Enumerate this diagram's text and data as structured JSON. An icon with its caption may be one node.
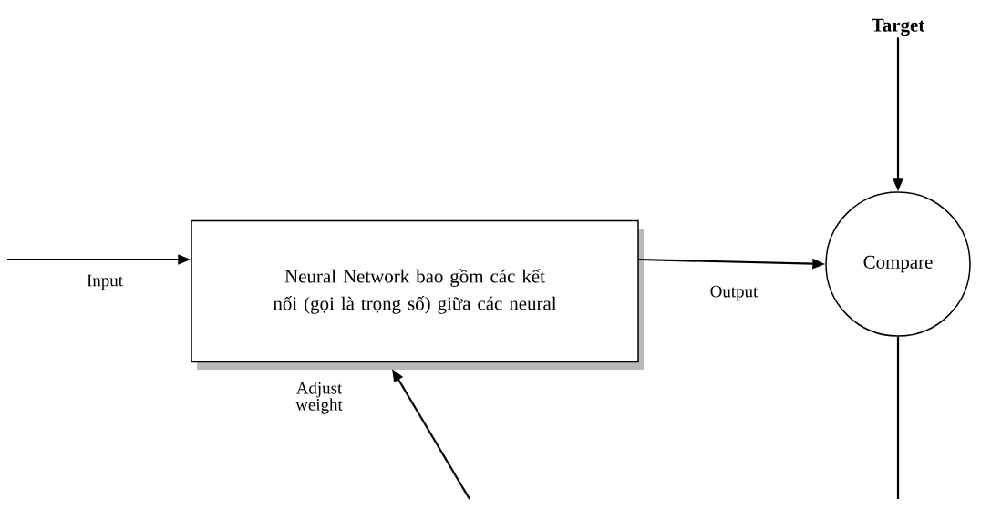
{
  "diagram": {
    "nodes": [
      {
        "text": [
          "Target"
        ]
      },
      {
        "text": [
          "Neural Network bao gồm các kết nối (gọi là trọng số) giữa các neural"
        ]
      },
      {
        "text": [
          "Compare"
        ]
      }
    ],
    "edges": [
      {
        "from": 0,
        "to": 2,
        "arrow": "to"
      },
      {
        "from": null,
        "to": 1,
        "label": "Input",
        "arrow": "to"
      },
      {
        "from": 1,
        "to": 2,
        "label": "Output",
        "arrow": "to"
      },
      {
        "from": null,
        "to": 1,
        "label": "Adjust weight",
        "arrow": "to"
      },
      {
        "from": 2,
        "to": null,
        "arrow": "none"
      }
    ]
  }
}
